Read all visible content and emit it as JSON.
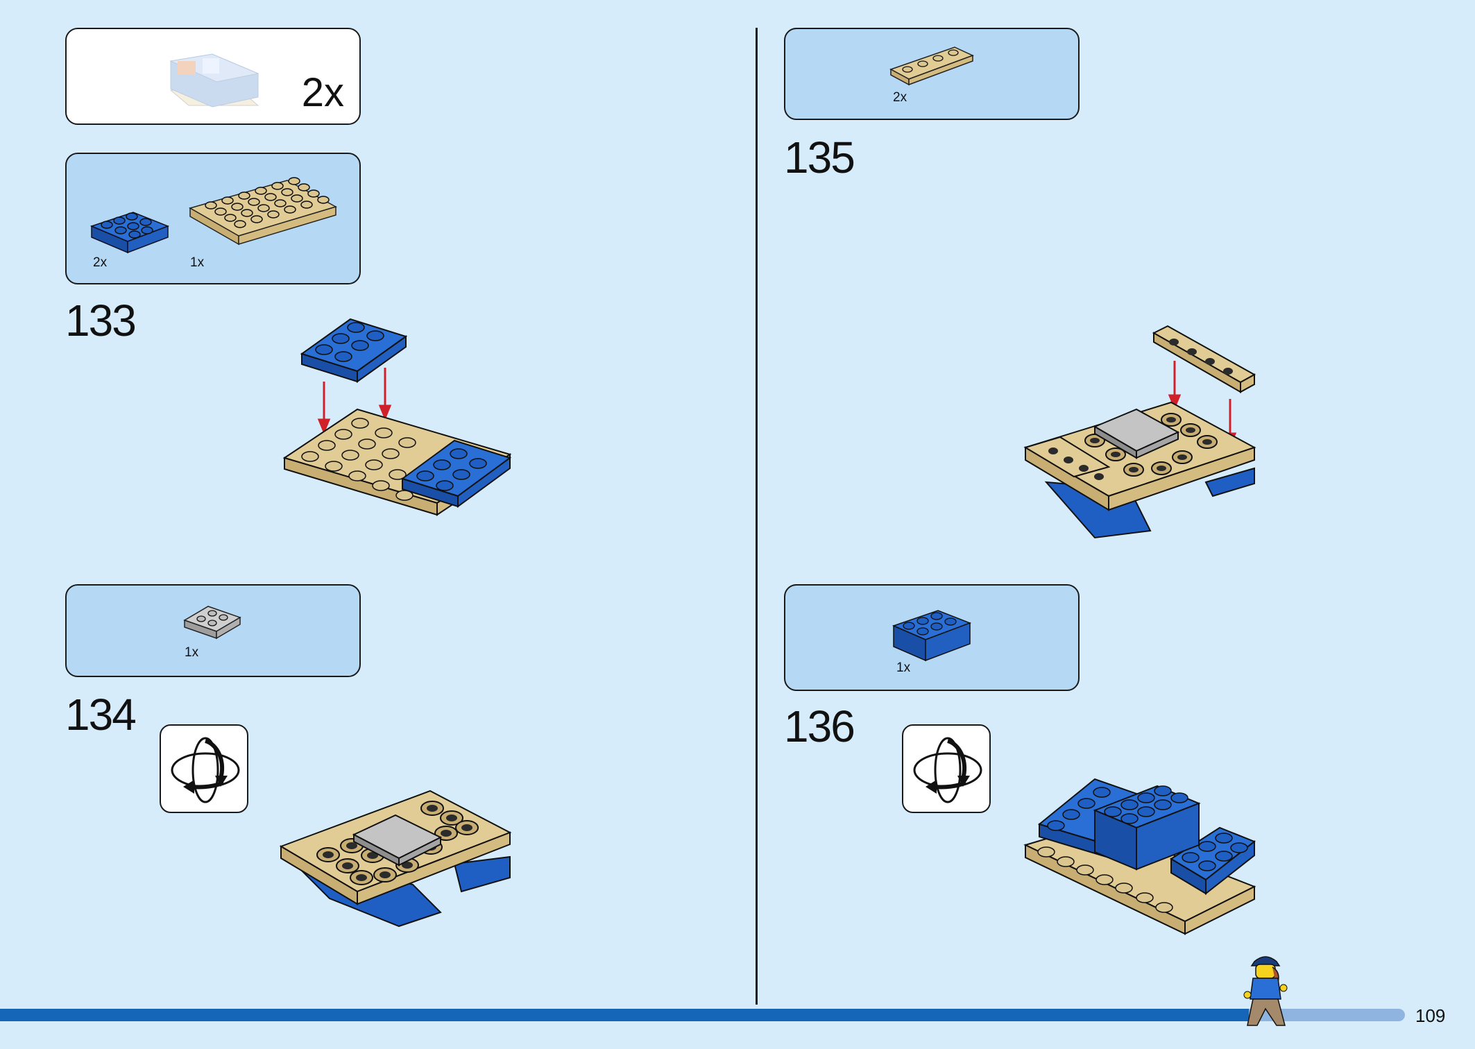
{
  "left": {
    "sub_assembly": {
      "multiplier": "2x"
    },
    "step133": {
      "number": "133",
      "parts": [
        {
          "qty": "2x",
          "part": "blue 2x3 plate"
        },
        {
          "qty": "1x",
          "part": "tan 4x6 plate"
        }
      ]
    },
    "step134": {
      "number": "134",
      "parts": [
        {
          "qty": "1x",
          "part": "grey 2x2 tile"
        }
      ],
      "rotate_icon": "rotate-model-icon"
    }
  },
  "right": {
    "step135": {
      "number": "135",
      "parts": [
        {
          "qty": "2x",
          "part": "tan 1x4 plate"
        }
      ]
    },
    "step136": {
      "number": "136",
      "parts": [
        {
          "qty": "1x",
          "part": "blue 2x3 brick"
        }
      ],
      "rotate_icon": "rotate-model-icon"
    }
  },
  "footer": {
    "page_number": "109"
  },
  "colors": {
    "background": "#d6ecfa",
    "callout": "#b5d8f5",
    "brick_blue": "#1f5fc4",
    "brick_tan": "#dcc690",
    "tile_grey": "#bdbdbd",
    "arrow_red": "#d0202a",
    "bar_blue": "#1565b8"
  }
}
